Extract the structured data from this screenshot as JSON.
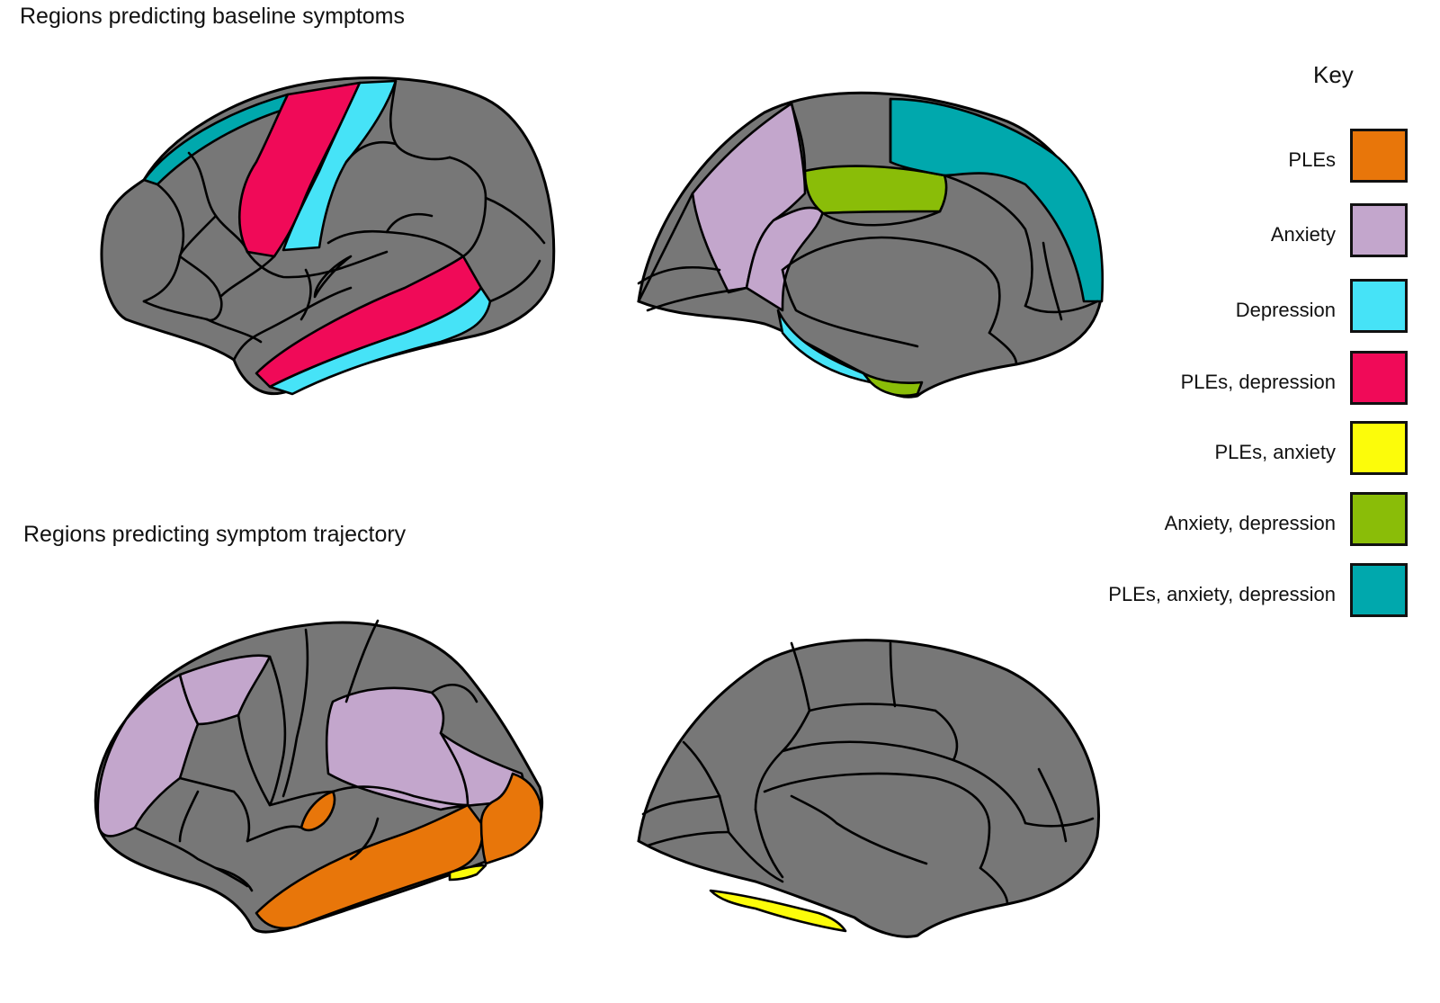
{
  "titles": {
    "baseline": "Regions predicting baseline symptoms",
    "trajectory": "Regions predicting symptom trajectory"
  },
  "key": {
    "title": "Key",
    "items": [
      {
        "label": "PLEs",
        "color": "#e8760a"
      },
      {
        "label": "Anxiety",
        "color": "#c3a6cc"
      },
      {
        "label": "Depression",
        "color": "#46e3f7"
      },
      {
        "label": "PLEs, depression",
        "color": "#f00a58"
      },
      {
        "label": "PLEs, anxiety",
        "color": "#fcfc0a"
      },
      {
        "label": "Anxiety, depression",
        "color": "#8abd08"
      },
      {
        "label": "PLEs, anxiety, depression",
        "color": "#00a8ad"
      }
    ]
  },
  "colors": {
    "cortex_gray": "#777777",
    "outline": "#000000"
  }
}
